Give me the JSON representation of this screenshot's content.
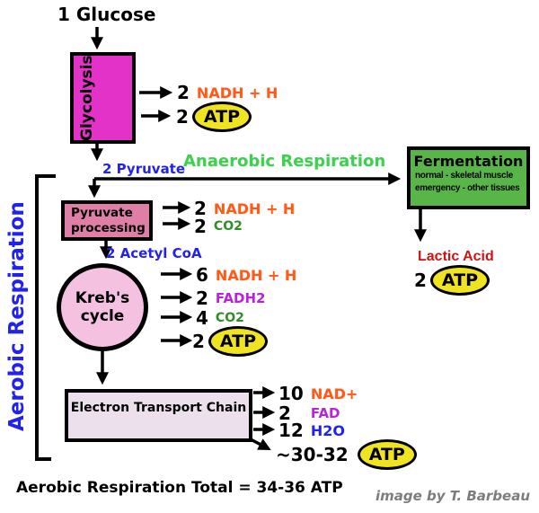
{
  "title": "1 Glucose",
  "glycolysis": {
    "label": "Glycolysis",
    "outputs": [
      {
        "qty": "2",
        "label": "NADH + H"
      },
      {
        "qty": "2",
        "label": "ATP"
      }
    ]
  },
  "pyruvate_label": "2 Pyruvate",
  "anaerobic_label": "Anaerobic Respiration",
  "aerobic_label": "Aerobic Respiration",
  "pyruvate_processing": {
    "label": "Pyruvate processing",
    "outputs": [
      {
        "qty": "2",
        "label": "NADH + H"
      },
      {
        "qty": "2",
        "label": "CO2"
      }
    ]
  },
  "acetyl_label": "2 Acetyl CoA",
  "krebs": {
    "label": "Kreb's cycle",
    "outputs": [
      {
        "qty": "6",
        "label": "NADH + H"
      },
      {
        "qty": "2",
        "label": "FADH2"
      },
      {
        "qty": "4",
        "label": "CO2"
      },
      {
        "qty": "2",
        "label": "ATP"
      }
    ]
  },
  "etc": {
    "label": "Electron Transport Chain",
    "outputs": [
      {
        "qty": "10",
        "label": "NAD+"
      },
      {
        "qty": "2",
        "label": "FAD"
      },
      {
        "qty": "12",
        "label": "H2O"
      },
      {
        "qty": "~30-32",
        "label": "ATP"
      }
    ]
  },
  "fermentation": {
    "title": "Fermentation",
    "note1": "normal - skeletal muscle",
    "note2": "emergency - other tissues",
    "product": "Lactic Acid",
    "atp": {
      "qty": "2",
      "label": "ATP"
    }
  },
  "total_label": "Aerobic Respiration Total = 34-36 ATP",
  "credit_label": "image by T. Barbeau",
  "colors": {
    "glycolysis_box": "#e232c8",
    "pyruvate_box": "#df7fa7",
    "krebs_circle": "#f5c1e1",
    "etc_box": "#ece0ec",
    "fermentation_box": "#58b548",
    "atp_yellow": "#f0e321",
    "nadh_orange": "#ff5a1a",
    "co2_green": "#2e8f24",
    "label_blue": "#2222ee",
    "fadh_purple": "#bb22dd",
    "anaerobic_green": "#3fd052",
    "lactic_red": "#cc1414",
    "credit_gray": "#7d7d7d"
  }
}
